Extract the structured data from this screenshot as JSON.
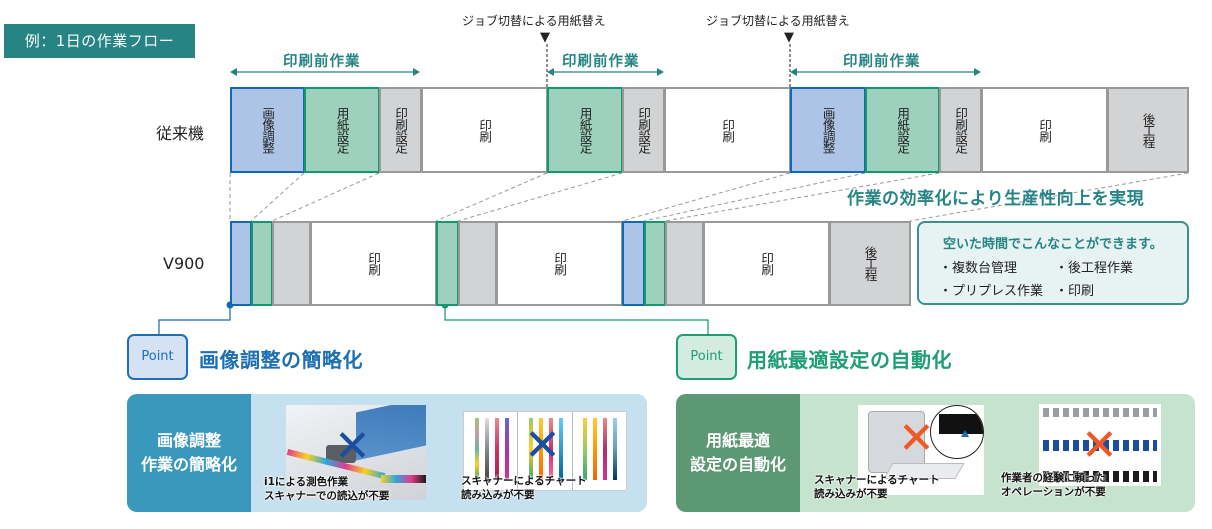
{
  "title": "例：1日の作業フロー",
  "job_switch_label": "ジョブ切替による用紙替え",
  "pre_print_label": "印刷前作業",
  "rows": {
    "conventional": {
      "label": "従来機",
      "blocks": [
        {
          "text": "画像調整",
          "type": "image-adjust"
        },
        {
          "text": "用紙設定",
          "type": "paper-setting"
        },
        {
          "text": "印刷設定",
          "type": "print-setting"
        },
        {
          "text": "印刷",
          "type": "print"
        },
        {
          "text": "用紙設定",
          "type": "paper-setting"
        },
        {
          "text": "印刷設定",
          "type": "print-setting"
        },
        {
          "text": "印刷",
          "type": "print"
        },
        {
          "text": "画像調整",
          "type": "image-adjust"
        },
        {
          "text": "用紙設定",
          "type": "paper-setting"
        },
        {
          "text": "印刷設定",
          "type": "print-setting"
        },
        {
          "text": "印刷",
          "type": "print"
        },
        {
          "text": "後工程",
          "type": "post-process"
        }
      ]
    },
    "v900": {
      "label": "V900",
      "blocks": [
        {
          "text": "",
          "type": "image-adjust"
        },
        {
          "text": "",
          "type": "paper-setting"
        },
        {
          "text": "",
          "type": "print-setting"
        },
        {
          "text": "印刷",
          "type": "print"
        },
        {
          "text": "",
          "type": "paper-setting"
        },
        {
          "text": "",
          "type": "print-setting"
        },
        {
          "text": "印刷",
          "type": "print"
        },
        {
          "text": "",
          "type": "image-adjust"
        },
        {
          "text": "",
          "type": "paper-setting"
        },
        {
          "text": "",
          "type": "print-setting"
        },
        {
          "text": "印刷",
          "type": "print"
        },
        {
          "text": "後工程",
          "type": "post-process"
        }
      ]
    }
  },
  "tagline": "作業の効率化により生産性向上を実現",
  "info_box": {
    "title": "空いた時間でこんなことができます。",
    "items": [
      "・複数台管理",
      "・後工程作業",
      "・プリプレス作業",
      "・印刷"
    ]
  },
  "points": [
    {
      "badge": "Point",
      "title": "画像調整の簡略化",
      "panel_label_line1": "画像調整",
      "panel_label_line2": "作業の簡略化",
      "captions": [
        {
          "line1": "i1による測色作業",
          "line2": "スキャナーでの読込が不要"
        },
        {
          "line1": "スキャナーによるチャート",
          "line2": "読み込みが不要"
        }
      ],
      "color": "#1d6fb1"
    },
    {
      "badge": "Point",
      "title": "用紙最適設定の自動化",
      "panel_label_line1": "用紙最適",
      "panel_label_line2": "設定の自動化",
      "captions": [
        {
          "line1": "スキャナーによるチャート",
          "line2": "読み込みが不要"
        },
        {
          "line1": "作業者の経験に頼った",
          "line2": "オペレーションが不要"
        }
      ],
      "color": "#1f9d74"
    }
  ],
  "icons": {
    "cross_blue": "✕",
    "cross_orange": "✕",
    "marker": "▼"
  }
}
